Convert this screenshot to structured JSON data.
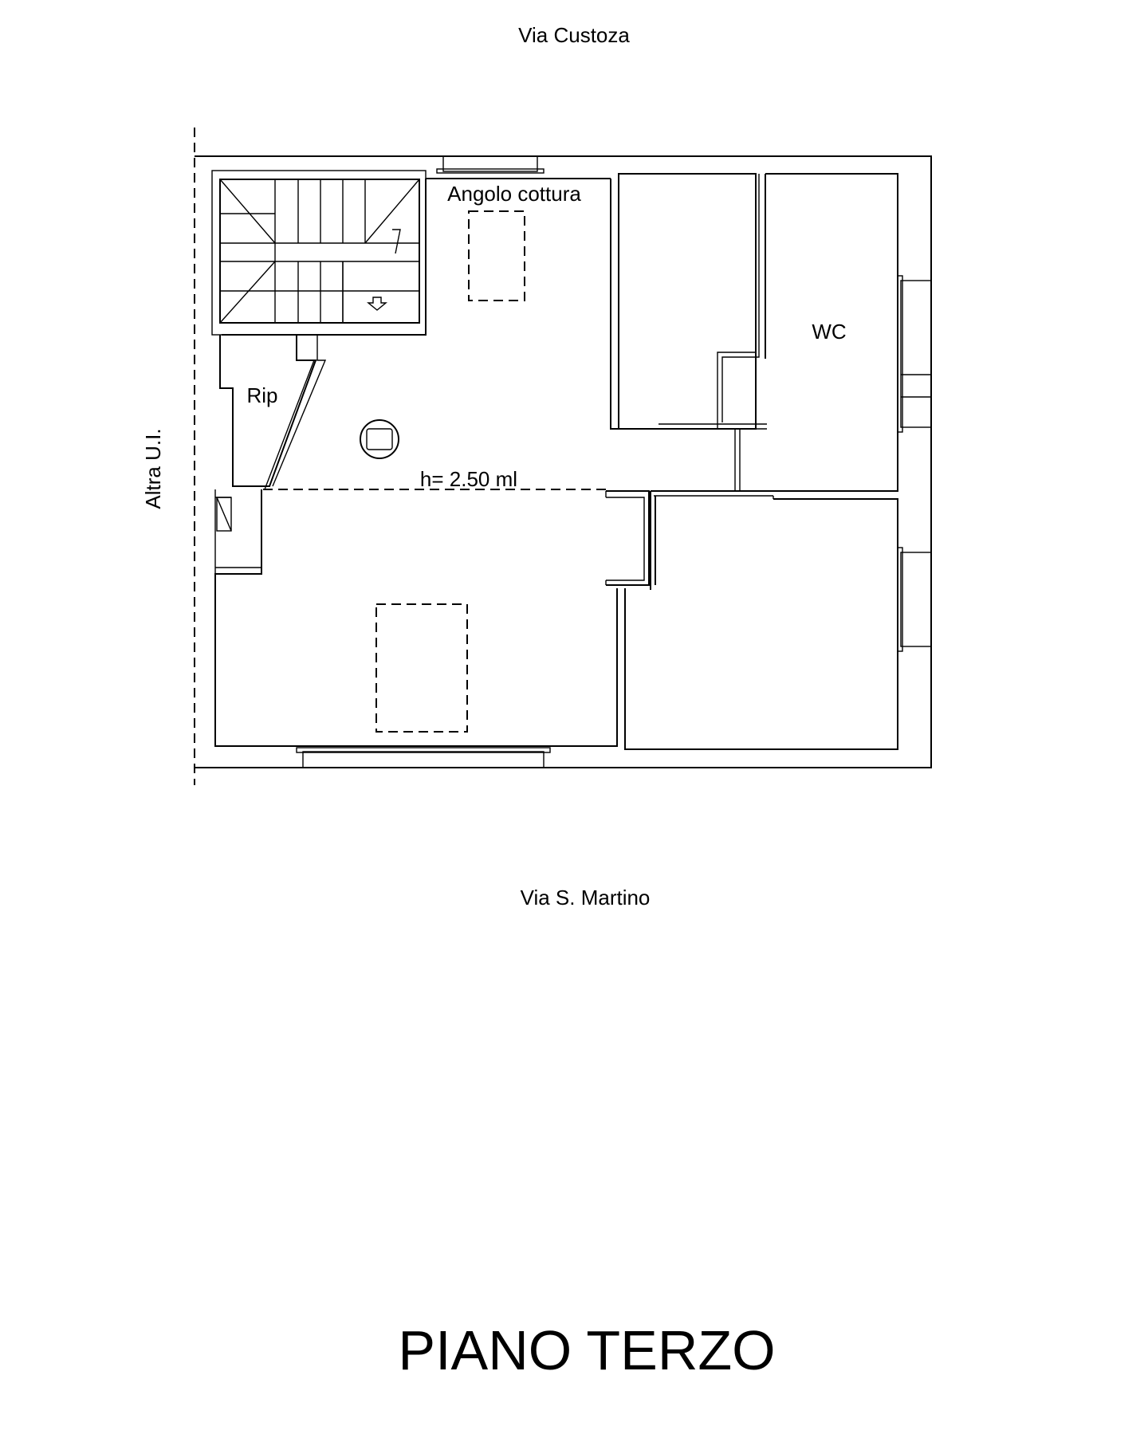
{
  "plan": {
    "street_top": "Via Custoza",
    "street_bottom": "Via S. Martino",
    "side_label": "Altra U.I.",
    "rooms": {
      "kitchen": "Angolo cottura",
      "storage": "Rip",
      "bathroom": "WC"
    },
    "ceiling_height": "h= 2.50 ml",
    "floor_title": "PIANO TERZO"
  }
}
